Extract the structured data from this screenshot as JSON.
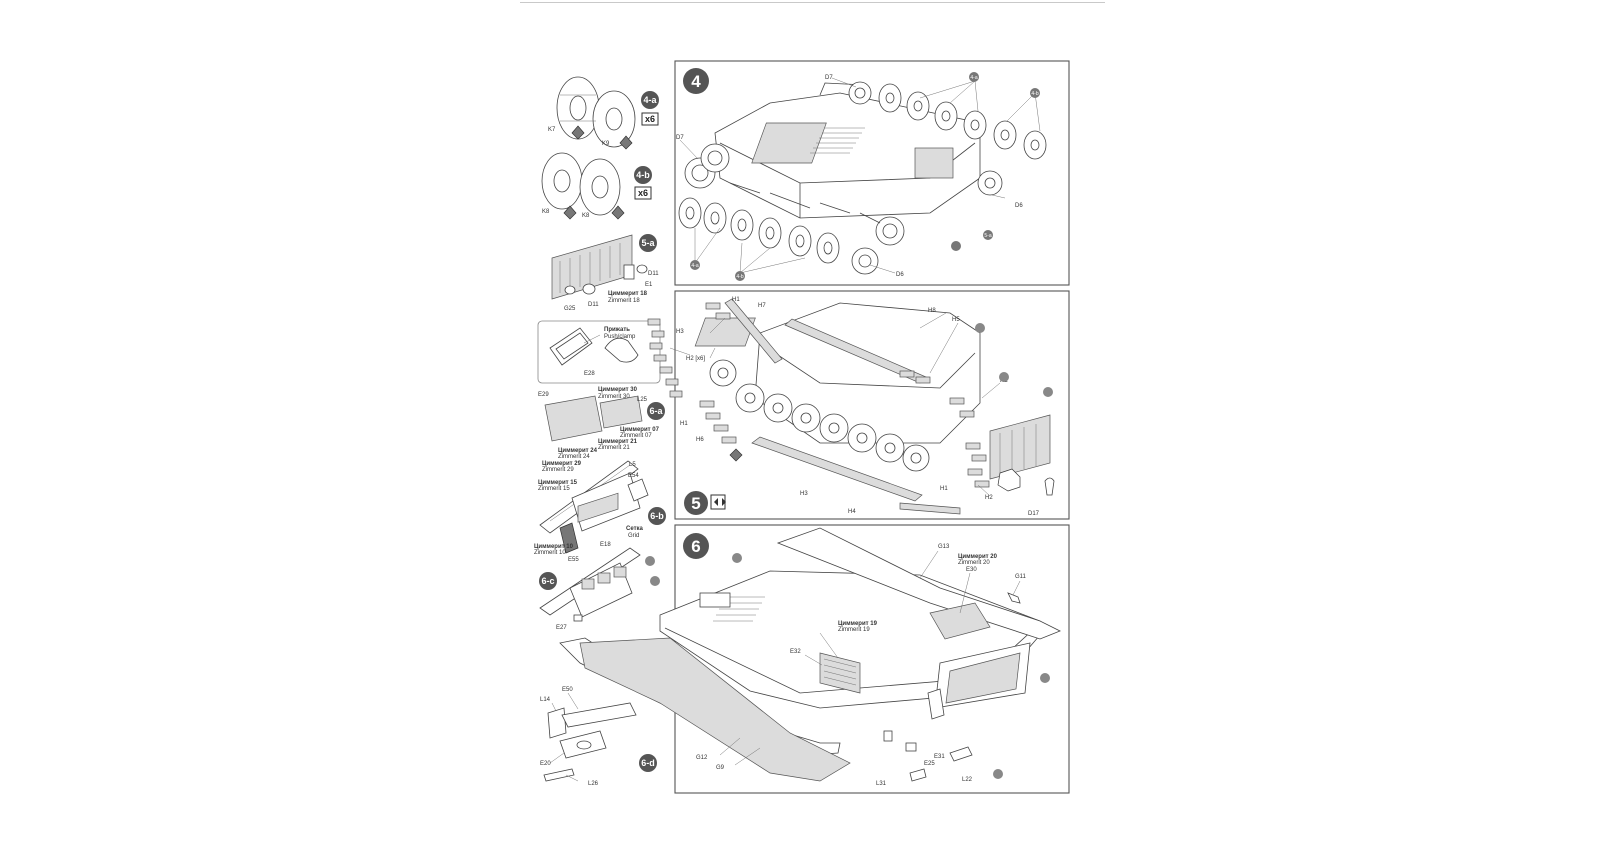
{
  "steps": {
    "step4": {
      "number": "4"
    },
    "step5": {
      "number": "5"
    },
    "step6": {
      "number": "6"
    }
  },
  "substeps": {
    "s4a": "4-a",
    "s4b": "4-b",
    "s5a": "5-a",
    "s6a": "6-a",
    "s6b": "6-b",
    "s6c": "6-c",
    "s6d": "6-d"
  },
  "qty": {
    "x6": "x6"
  },
  "labels": {
    "K7": "K7",
    "K8": "K8",
    "K9": "K9",
    "D7": "D7",
    "D6": "D6",
    "D11": "D11",
    "D17": "D17",
    "E1": "E1",
    "E18": "E18",
    "E20": "E20",
    "E25": "E25",
    "E27": "E27",
    "E28": "E28",
    "E29": "E29",
    "E30": "E30",
    "E31": "E31",
    "E32": "E32",
    "E50": "E50",
    "E54": "E54",
    "E55": "E55",
    "G9": "G9",
    "G11": "G11",
    "G12": "G12",
    "G13": "G13",
    "G25": "G25",
    "H1": "H1",
    "H2": "H2",
    "H2x": "H2 [x6]",
    "H3": "H3",
    "H4": "H4",
    "H5": "H5",
    "H6": "H6",
    "H7": "H7",
    "H8": "H8",
    "L5": "L5",
    "L14": "L14",
    "L22": "L22",
    "L25": "L25",
    "L26": "L26",
    "L31": "L31"
  },
  "notes": {
    "z18_ru": "Циммерит 18",
    "z18_de": "Zimmerit 18",
    "z30_ru": "Циммерит 30",
    "z30_de": "Zimmerit 30",
    "z07_ru": "Циммерит 07",
    "z07_de": "Zimmerit 07",
    "z21_ru": "Циммерит 21",
    "z21_de": "Zimmerit 21",
    "z24_ru": "Циммерит 24",
    "z24_de": "Zimmerit 24",
    "z29_ru": "Циммерит 29",
    "z29_de": "Zimmerit 29",
    "z15_ru": "Циммерит 15",
    "z15_de": "Zimmerit 15",
    "z10_ru": "Циммерит 10",
    "z10_de": "Zimmerit 10",
    "z20_ru": "Циммерит 20",
    "z20_de": "Zimmerit 20",
    "z19_ru": "Циммерит 19",
    "z19_de": "Zimmerit 19",
    "grid_ru": "Сетка",
    "grid_en": "Grid",
    "push_ru": "Прижать",
    "push_en": "Push/clamp"
  },
  "colors": {
    "frame": "#555555",
    "tag": "#555555",
    "paper": "#ffffff"
  }
}
